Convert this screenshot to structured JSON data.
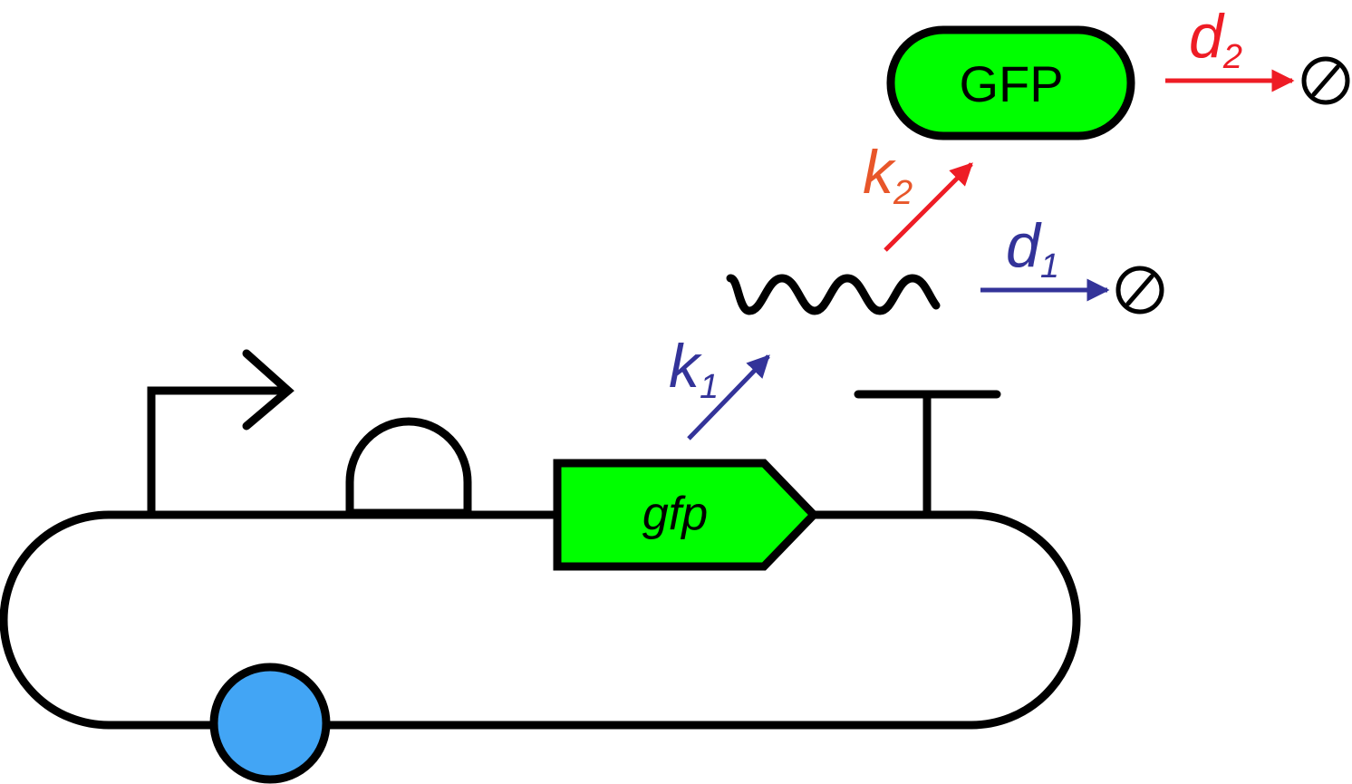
{
  "cds": {
    "label": "gfp",
    "fill_color": "#00ff00"
  },
  "protein": {
    "label": "GFP",
    "fill_color": "#00ff00"
  },
  "origin": {
    "fill_color": "#42a5f5"
  },
  "rates": {
    "k1": {
      "symbol": "k",
      "subscript": "1",
      "color": "#333399"
    },
    "d1": {
      "symbol": "d",
      "subscript": "1",
      "color": "#333399"
    },
    "k2": {
      "symbol": "k",
      "subscript": "2",
      "color": "#e8562a",
      "arrow_color": "#ee1c25"
    },
    "d2": {
      "symbol": "d",
      "subscript": "2",
      "color": "#ee1c25"
    }
  },
  "degradation": {
    "symbol": "∅"
  }
}
